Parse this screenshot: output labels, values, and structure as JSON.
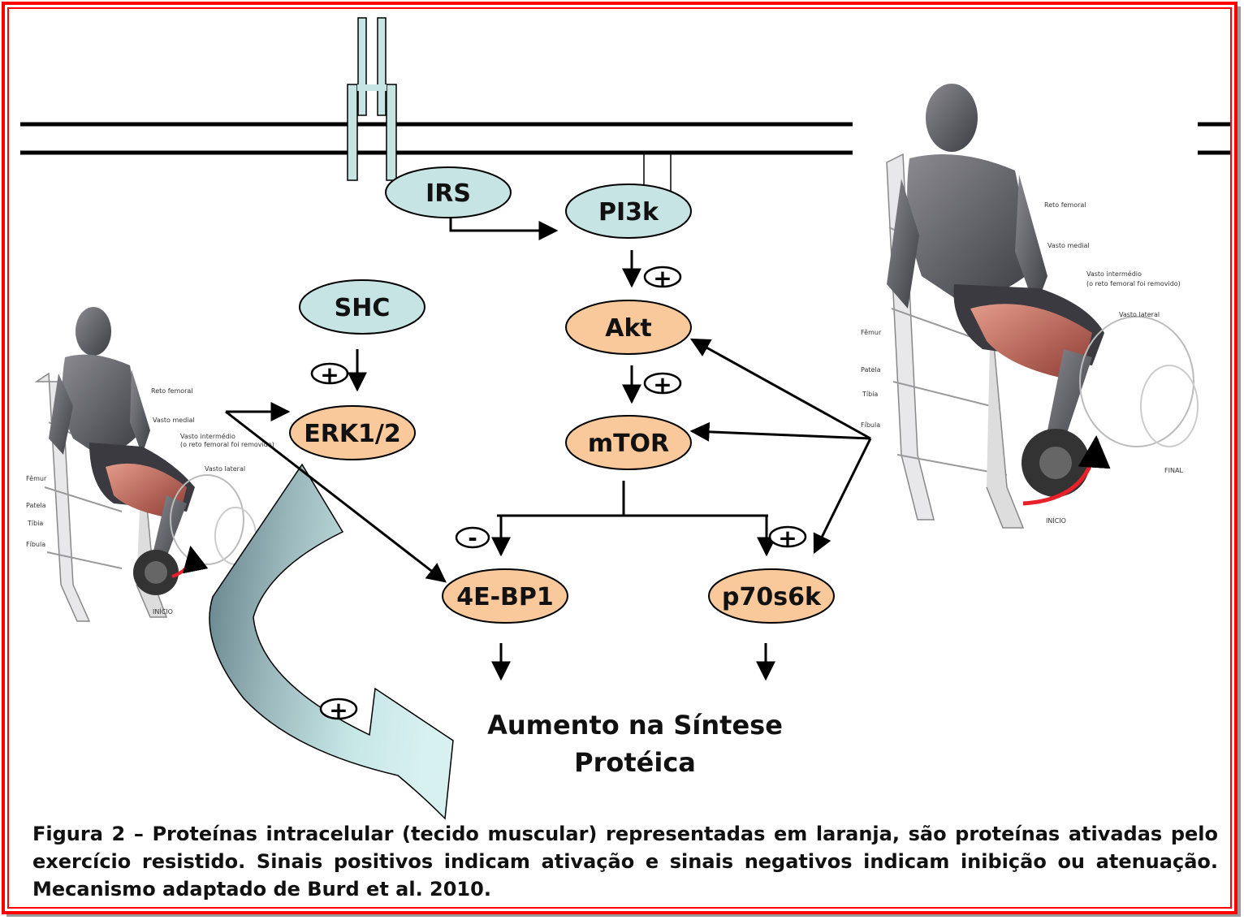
{
  "nodes": {
    "irs": "IRS",
    "pi3k": "PI3k",
    "shc": "SHC",
    "akt": "Akt",
    "erk": "ERK1/2",
    "mtor": "mTOR",
    "bp1": "4E-BP1",
    "p70": "p70s6k"
  },
  "result": {
    "line1": "Aumento na Síntese",
    "line2": "Protéica"
  },
  "signs": {
    "plus": "+",
    "minus": "-"
  },
  "anatomy": {
    "reto_femoral": "Reto femoral",
    "vasto_medial": "Vasto medial",
    "vasto_intermedio": "Vasto intermédio",
    "reto_removido": "(o reto femoral foi removido)",
    "vasto_lateral": "Vasto lateral",
    "femur": "Fêmur",
    "patela": "Patela",
    "tibia": "Tíbia",
    "fibula": "Fíbula",
    "final": "FINAL",
    "inicio": "INÍCIO"
  },
  "caption": "Figura 2 – Proteínas intracelular (tecido muscular) representadas em laranja, são proteínas ativadas pelo exercício resistido. Sinais positivos indicam ativação e sinais negativos indicam inibição ou atenuação. Mecanismo adaptado de Burd et al. 2010.",
  "colors": {
    "frame_red": "#ff0000",
    "receptor_blue": "#c6e4e4",
    "exercise_orange": "#f9c89b",
    "stroke": "#000000",
    "arrow_gradient_dark": "#6f8c92",
    "arrow_gradient_light": "#cfecec"
  }
}
